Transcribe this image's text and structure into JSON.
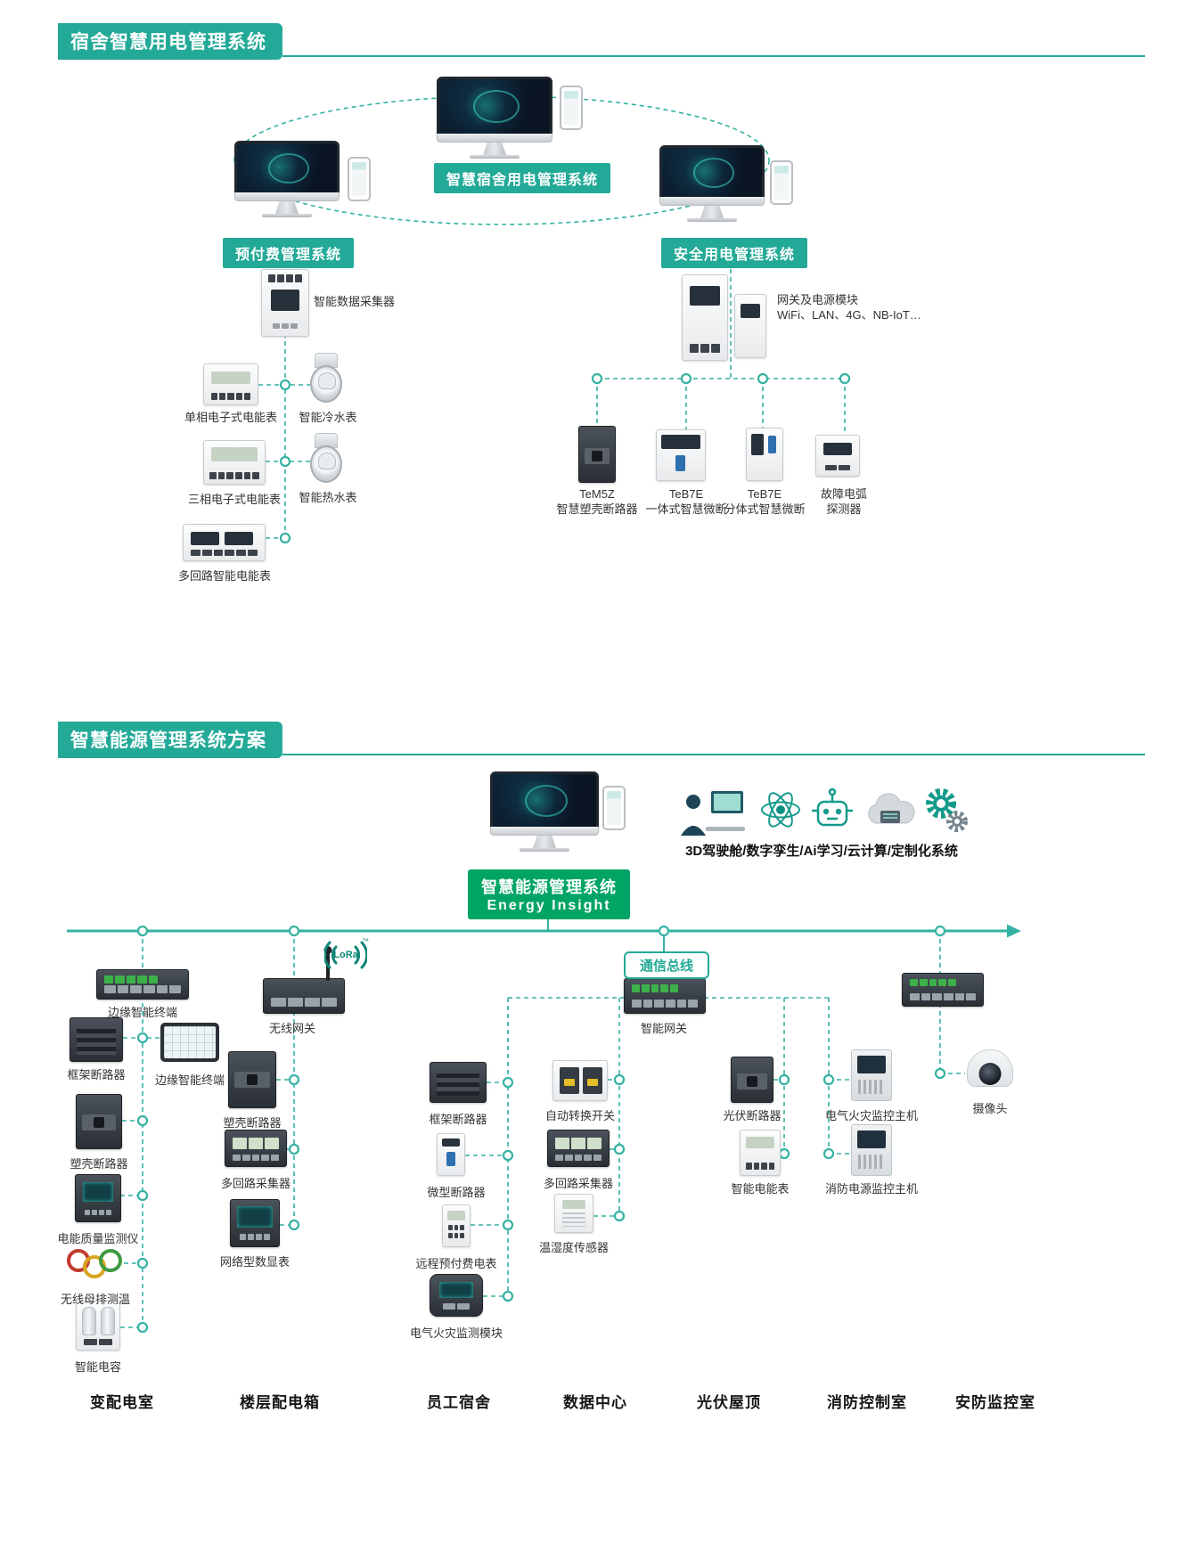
{
  "colors": {
    "teal": "#23a997",
    "green": "#00a464",
    "wire": "#35b2a2"
  },
  "s1": {
    "header": "宿舍智慧用电管理系统",
    "center_badge": "智慧宿舍用电管理系统",
    "left": {
      "badge": "预付费管理系统",
      "collector": "智能数据采集器",
      "items": [
        "单相电子式电能表",
        "智能冷水表",
        "三相电子式电能表",
        "智能热水表",
        "多回路智能电能表"
      ]
    },
    "right": {
      "badge": "安全用电管理系统",
      "gateway_line1": "网关及电源模块",
      "gateway_line2": "WiFi、LAN、4G、NB-IoT…",
      "devices": [
        {
          "line1": "TeM5Z",
          "line2": "智慧塑壳断路器"
        },
        {
          "line1": "TeB7E",
          "line2": "一体式智慧微断"
        },
        {
          "line1": "TeB7E",
          "line2": "分体式智慧微断"
        },
        {
          "line1": "故障电弧",
          "line2": "探测器"
        }
      ]
    }
  },
  "s2": {
    "header": "智慧能源管理系统方案",
    "badge_line1": "智慧能源管理系统",
    "badge_line2": "Energy  Insight",
    "tech_caption": "3D驾驶舱/数字孪生/Ai学习/云计算/定制化系统",
    "bus_label": "通信总线",
    "lora_text": "LoRa",
    "lora_tm": "™",
    "columns": [
      {
        "title": "变配电室",
        "devices": [
          "边缘智能终端",
          "框架断路器",
          "边缘智能终端",
          "塑壳断路器",
          "电能质量监测仪",
          "无线母排测温",
          "智能电容"
        ]
      },
      {
        "title": "楼层配电箱",
        "devices": [
          "无线网关",
          "塑壳断路器",
          "多回路采集器",
          "网络型数显表"
        ]
      },
      {
        "title": "员工宿舍",
        "devices": [
          "框架断路器",
          "微型断路器",
          "远程预付费电表",
          "电气火灾监测模块"
        ]
      },
      {
        "title": "数据中心",
        "devices": [
          "自动转换开关",
          "多回路采集器",
          "温湿度传感器"
        ]
      },
      {
        "title": "光伏屋顶",
        "devices": [
          "智能网关",
          "光伏断路器",
          "智能电能表"
        ]
      },
      {
        "title": "消防控制室",
        "devices": [
          "电气火灾监控主机",
          "消防电源监控主机"
        ]
      },
      {
        "title": "安防监控室",
        "devices": [
          "摄像头"
        ]
      }
    ]
  }
}
